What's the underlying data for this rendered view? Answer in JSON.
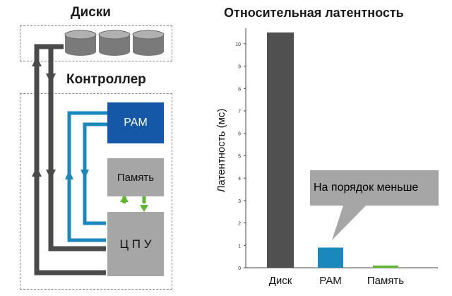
{
  "diagram": {
    "disks_title": "Диски",
    "controller_title": "Контроллер",
    "ram_label": "РАМ",
    "memory_label": "Память",
    "cpu_label": "Ц П У"
  },
  "chart_data": {
    "type": "bar",
    "title": "Относительная латентность",
    "ylabel": "Латентность (мс)",
    "xlabel": "",
    "categories": [
      "Диск",
      "РАМ",
      "Память"
    ],
    "values": [
      10.5,
      0.9,
      0.1
    ],
    "colors": [
      "#505050",
      "#1a87bd",
      "#5cb82e"
    ],
    "ylim": [
      0,
      10.5
    ],
    "yticks": [
      0,
      1,
      2,
      3,
      4,
      5,
      6,
      7,
      8,
      9,
      10
    ],
    "grid": false,
    "annotation": "На порядок меньше"
  },
  "colors": {
    "dark_path": "#4a4a4a",
    "blue_path": "#1a87bd",
    "green_path": "#5cb82e",
    "ram_fill": "#1658a8",
    "block_fill": "#a6a6a6",
    "disk_fill": "#7a7a7a"
  }
}
